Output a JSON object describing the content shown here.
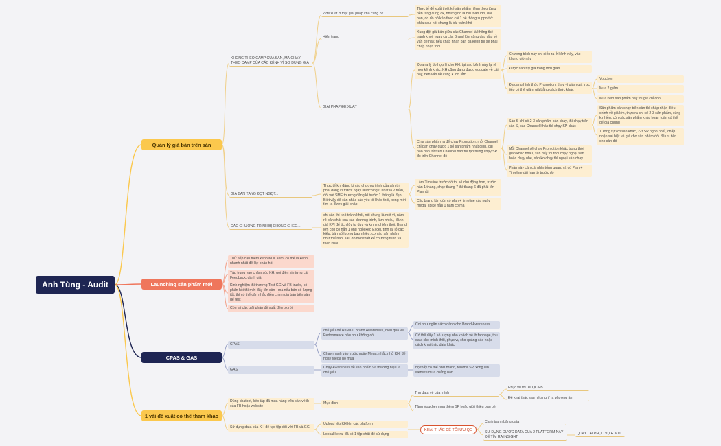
{
  "root": "Anh Tùng - Audit",
  "colors": {
    "yellow": "#fbc84d",
    "coral": "#ef765c",
    "navy": "#1e2553",
    "yellow_soft": "#fdeed1",
    "coral_soft": "#fbd8cd",
    "navy_soft": "#d7dcea",
    "qc_border": "#d9532f"
  },
  "branches": {
    "b1": {
      "label": "Quản lý giá bán trên sàn",
      "n1": "KHÔNG THEO CAMP CỦA SÀN, MÀ CHẠY THEO CAMP CỦA CÁC KÊNH VÍ SỢ DỤNG GIÁ",
      "n1a": "2 đề xuất ở mặt giải pháp khá cũng ok",
      "n1a1": "Thực tế để xuất thiết kế sản phẩm riêng theo từng nền tảng cũng ok, nhưng nó là bài toán lớn, dài hạn, do đó nó kéo theo cái 1 hệ thống support ở phía sau, nói chung là bài toán khó",
      "n1b": "Hiện trạng",
      "n1b1": "Xung đột giá bán giữa các Channel là không thể tránh khỏi, ngay cả các Brand lớn cũng đau đầu về vấn đề này, nếu chấp nhận bán đa kênh thì sẽ phải chấp nhận thôi",
      "n1c": "GIẢI PHÁP ĐỀ XUẤT",
      "n1c1": "Đưa ra lý do hợp lý cho KH: tại sao kênh này lại rẻ hơn kênh khác, KH cũng đang được educate về cái này, nên vấn đề cũng k lớn lắm",
      "n1c1a": "Chương trình này chỉ diễn ra ở kênh này, vào khung giờ này",
      "n1c1b": "Được săn trợ giá trong thời gian..",
      "n1c1c": "Đa dạng hình thức Promotion: thay vì giảm giá trực tiếp có thể giảm giá bằng cách thức khác",
      "n1c1c1": "Voucher",
      "n1c1c2": "Mua 2 giảm",
      "n1c1c3": "Mua kèm sản phẩm này thì giá chỉ còn...",
      "n1c2": "Chia sản phẩm ra để chạy Promotion: mỗi Channel chỉ bán chạy được 1 số sản phẩm nhất định, cái nào bán tốt trên Channel nào thì tập trung chạy SP đó trên Channel đó",
      "n1c2a": "Sàn S chỉ có 2-3 sản phẩm bán chạy, thì chạy trên sàn S, các Channel khác thì chạy SP khác",
      "n1c2a1": "Sản phẩm bán chạy trên sàn thì chấp nhận điều chỉnh về giá lớn, thực ra chỉ có 2-3 sản phẩm, cùng k nhiều, còn các sản phẩm khác hoàn toàn có thể để giá chung",
      "n1c2a2": "Tương tự với sàn khác, 2-3 SP ngon nhất, chấp nhận sai biệt về giá cho sản phẩm đó, để ưu tiên cho sàn đó",
      "n1c2b": "Mỗi Channel sẽ chạy Promotion khác trong thời gian khác nhau, sản đẩy thì thôi chạy ngoại sàn hoặc chạy nhẹ, sàn ko chạy thì ngoại sàn chạy",
      "n1c2c": "Phần này cần cái nhìn tổng quan, và có Plan + Timeline dài hạn từ trước đó",
      "n2": "GIÁ BÁN TĂNG ĐỘT NGỘT...",
      "n2a": "Thực tế khi đăng kí các chương trình của sàn thì phải đăng kí trước ngày launching ít nhất là 2 tuần, đối với SME thường đăng kí trước 1 tháng là đẹp. Biết vậy để cân nhắc các yếu tố khác thôi, xong mới tìm ra được giải pháp",
      "n2a1": "Làm Timeline trước đó thì sẽ chủ động hơn, trước hẳn 1 tháng, chạy tháng 7 thì tháng 6 đã phải lên Plan rồi",
      "n2a2": "Các brand lớn còn có plan + timeline các ngày mega, spike hẳn 1 năm có mà",
      "n3": "CÁC CHƯƠNG TRÌNH BỊ CHỒNG CHÉO...",
      "n3a": "chỉ sàn thì khó tránh khỏi, nói chung là một vì, nắm rõ bản chất của các chương trình, làm nhiều, đánh giá KPI để tích lũy tư duy và kinh nghiệm thôi. Brand lớn còn có hẳn 1 ông ngồi kéo Excel, tính lãi lỗ các kiểu, bán số lượng bao nhiêu, cơ cấu sản phẩm như thế nào, sau đó mới thiết kế chương trình và triển khai"
    },
    "b2": {
      "label": "Launching sản phẩm mới",
      "c1": "Thử tiếp cận thêm kênh KOL xem, có thể là kênh nhanh nhất để lấy phản hồi",
      "c2": "Tập trung vào chăm sóc KH, gọi điện xin từng cái Feedback, đánh giá",
      "c3": "Kinh nghiệm thì thường Test GG và FB trước, có phản hồi thì mới đẩy lên sàn - mà nếu bán số lượng tốt, thì có thể cân nhắc điều chỉnh giá bán trên sàn để test",
      "c4": "Còn lại các giải pháp đề xuất đều ok rồi"
    },
    "b3": {
      "label": "CPAS & GAS",
      "cpas": "CPAS",
      "cpas1": "chủ yếu để ReMKT, Brand Awareness, hiệu quả về Performance hầu như không có",
      "cpas1a": "Coi như ngân sách dành cho Brand Awareness",
      "cpas1b": "Có thể đẩy 1 số lượng nhỏ khách về ib fanpage, thu data cho mình thôi, phục vụ cho quảng cáo hoặc cách khai thác data khác",
      "cpas2": "Chạy mạnh vào trước ngày Mega, nhắc nhở KH, để ngày Mega họ mua",
      "gas": "GAS",
      "gas1": "Chạy Awareness về sản phẩm và thương hiệu là chủ yếu",
      "gas1a": "họ thấy có thể nhớ brand, tên/mã SP, xong lên website mua chẳng hạn"
    },
    "b4": {
      "label": "1 vài đề xuất có thể tham khảo",
      "d1": "Dùng chatbot, kéo tập đã mua hàng trên sàn về ib của FB hoặc website",
      "d1a": "Mục đích",
      "d1a1": "Thu data về của mình",
      "d1a1a": "Phục vụ tối ưu QC FB",
      "d1a1b": "Để khai thác sau nếu nghĩ ra phương án",
      "d1a2": "Tặng Voucher mua thêm SP hoặc giới thiệu bạn bè",
      "d2": "Sử dụng data của KH để tạo tệp đối với FB và GG",
      "d2a": "Upload tệp KH lên các platform",
      "d2b": "Lookalike ra, đã có 1 tệp chất để sử dụng",
      "qc": "KHAI THÁC ĐỂ TỐI ƯU QC",
      "qc1": "Cạnh tranh bằng data",
      "qc2": "SỬ DỤNG ĐƯỢC DATA CỦA 2 PLATFORM NÀY ĐỂ TÌM RA INSIGHT",
      "qc2a": "QUAY LẠI PHỤC VỤ R & D"
    }
  }
}
